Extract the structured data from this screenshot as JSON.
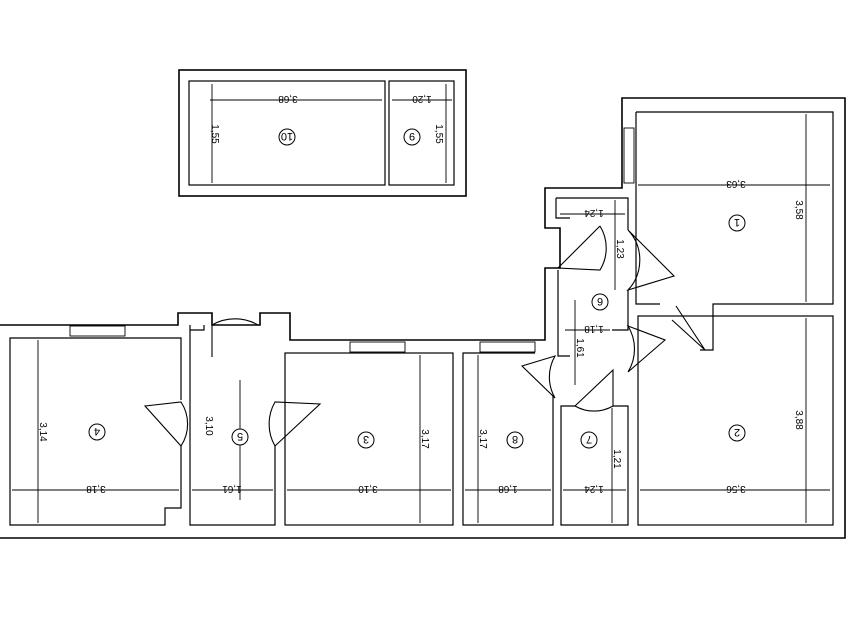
{
  "rooms": [
    {
      "id": "r1",
      "number": "1",
      "width": "3,63",
      "height": "3,58"
    },
    {
      "id": "r2",
      "number": "2",
      "width": "3,56",
      "height": "3,88"
    },
    {
      "id": "r3",
      "number": "3",
      "width": "3,10",
      "height": "3,17"
    },
    {
      "id": "r4",
      "number": "4",
      "width": "3,18",
      "height": "3,14"
    },
    {
      "id": "r5",
      "number": "5",
      "width": "1,61",
      "height": "3,10"
    },
    {
      "id": "r6",
      "number": "6",
      "width": "1,18",
      "height": "1,61"
    },
    {
      "id": "r7",
      "number": "7",
      "width": "1,24",
      "height": "1,21"
    },
    {
      "id": "r8",
      "number": "8",
      "width": "1,68",
      "height": "3,17"
    },
    {
      "id": "r9",
      "number": "9",
      "width": "1,20",
      "height": "1,55"
    },
    {
      "id": "r10",
      "number": "10",
      "width": "3,68",
      "height": "1,55"
    }
  ],
  "extra_dims": {
    "hall_top_width": "1,24",
    "hall_top_height": "1,23"
  }
}
